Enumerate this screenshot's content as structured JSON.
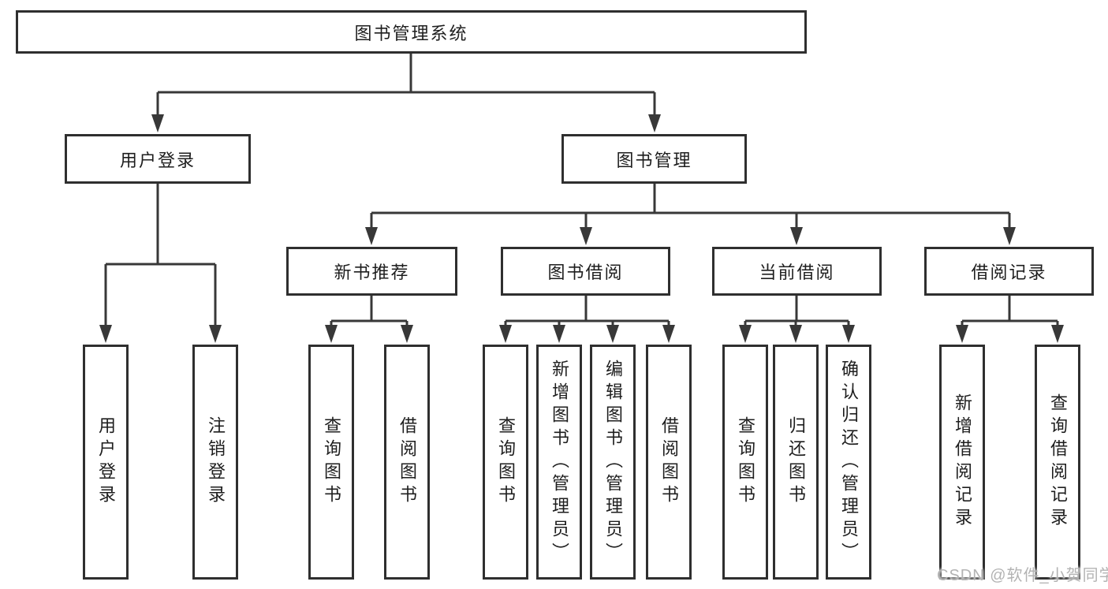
{
  "diagram": {
    "title": "图书管理系统",
    "watermark": "CSDN @软件_小贺同学",
    "colors": {
      "background": "#ffffff",
      "box_fill": "#ffffff",
      "box_border": "#2f2f2f",
      "connector_line": "#383838",
      "text": "#1e1e1e",
      "watermark_text": "#b3b3b3"
    },
    "root": {
      "label": "图书管理系统"
    },
    "branches": [
      {
        "label": "用户登录",
        "children": [
          {
            "label": "用户登录"
          },
          {
            "label": "注销登录"
          }
        ]
      },
      {
        "label": "图书管理",
        "children": [
          {
            "label": "新书推荐",
            "children": [
              {
                "label": "查询图书"
              },
              {
                "label": "借阅图书"
              }
            ]
          },
          {
            "label": "图书借阅",
            "children": [
              {
                "label": "查询图书"
              },
              {
                "label": "新增图书（管理员）"
              },
              {
                "label": "编辑图书（管理员）"
              },
              {
                "label": "借阅图书"
              }
            ]
          },
          {
            "label": "当前借阅",
            "children": [
              {
                "label": "查询图书"
              },
              {
                "label": "归还图书"
              },
              {
                "label": "确认归还（管理员）"
              }
            ]
          },
          {
            "label": "借阅记录",
            "children": [
              {
                "label": "新增借阅记录"
              },
              {
                "label": "查询借阅记录"
              }
            ]
          }
        ]
      }
    ]
  }
}
